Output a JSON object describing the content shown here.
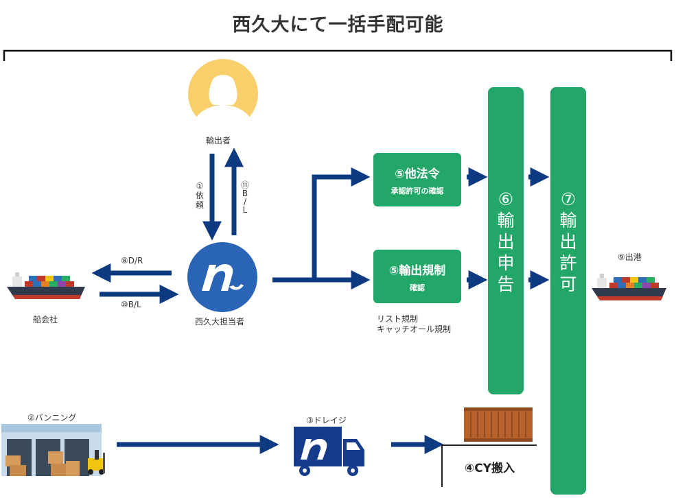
{
  "title": "西久大にて一括手配可能",
  "nodes": {
    "exporter": "輸出者",
    "agent": "西久大担当者",
    "shipping_company": "船会社",
    "vanning": "②バンニング",
    "drayage": "③ドレイジ",
    "cy": "④CY搬入",
    "departure": "⑨出港"
  },
  "flows": {
    "request": [
      "①",
      "依",
      "頼"
    ],
    "bl_return": [
      "⑪",
      "B",
      "/",
      "L"
    ],
    "do": "⑧D/R",
    "bl": "⑩B/L"
  },
  "boxes": {
    "other_laws": {
      "title": "⑤他法令",
      "sub": "承認許可の確認"
    },
    "export_reg": {
      "title": "⑤輸出規制",
      "sub": "確認"
    }
  },
  "export_reg_notes": [
    "リスト規制",
    "キャッチオール規制"
  ],
  "columns": {
    "declaration": [
      "⑥",
      "輸",
      "出",
      "申",
      "告"
    ],
    "permit": [
      "⑦",
      "輸",
      "出",
      "許",
      "可"
    ]
  },
  "colors": {
    "arrow": "#0d3a80",
    "green": "#22a768",
    "logo_blue": "#2a64b7",
    "person_yellow": "#f8cf6a",
    "container": "#b8612c"
  }
}
